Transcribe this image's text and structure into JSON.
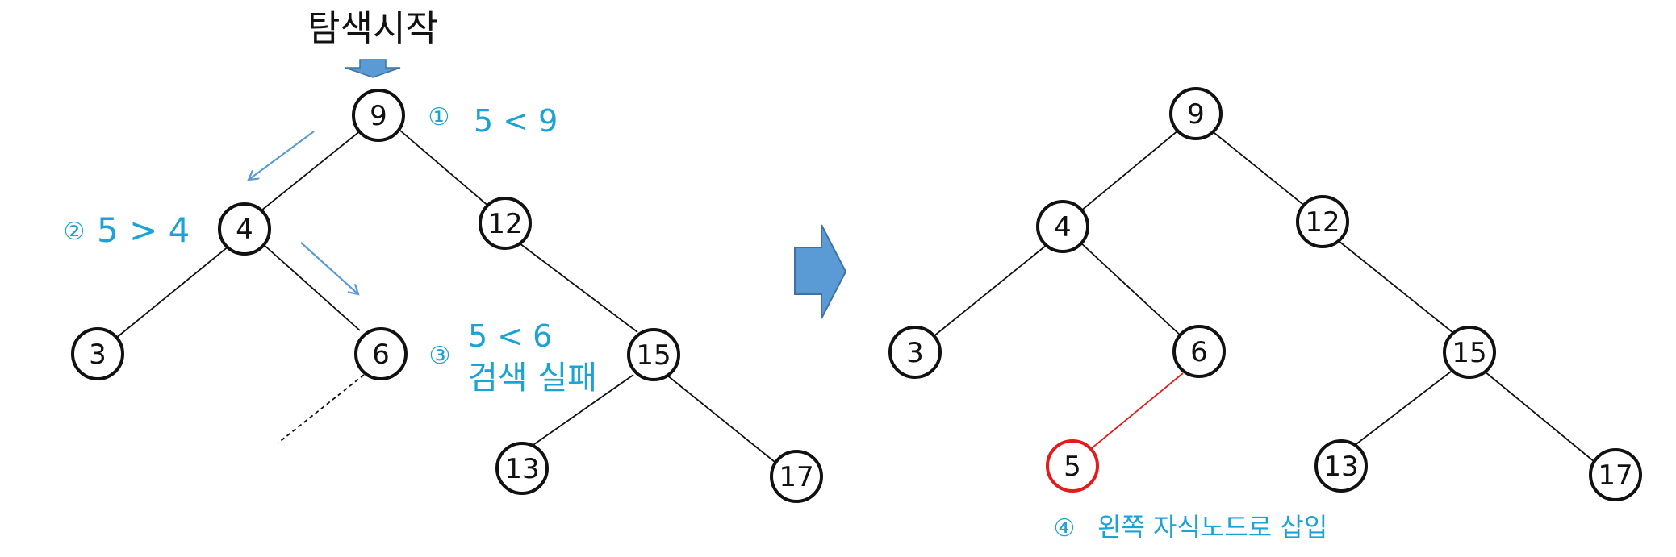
{
  "start_label": "탐색시작",
  "left_tree": {
    "nodes": [
      "9",
      "4",
      "12",
      "3",
      "6",
      "15",
      "13",
      "17"
    ],
    "annotations": {
      "step1_marker": "①",
      "step1_text": "5 < 9",
      "step2_marker": "②",
      "step2_text": "5 > 4",
      "step3_marker": "③",
      "step3_text_line1": "5 < 6",
      "step3_text_line2": "검색 실패"
    }
  },
  "right_tree": {
    "nodes": [
      "9",
      "4",
      "12",
      "3",
      "6",
      "15",
      "5",
      "13",
      "17"
    ],
    "annotations": {
      "step4_marker": "④",
      "step4_text": "왼쪽 자식노드로 삽입"
    }
  },
  "colors": {
    "annotation": "#1aa3d4",
    "arrow_blue": "#5b9bd5",
    "inserted_node": "#e31b1b",
    "edge": "#111111"
  }
}
